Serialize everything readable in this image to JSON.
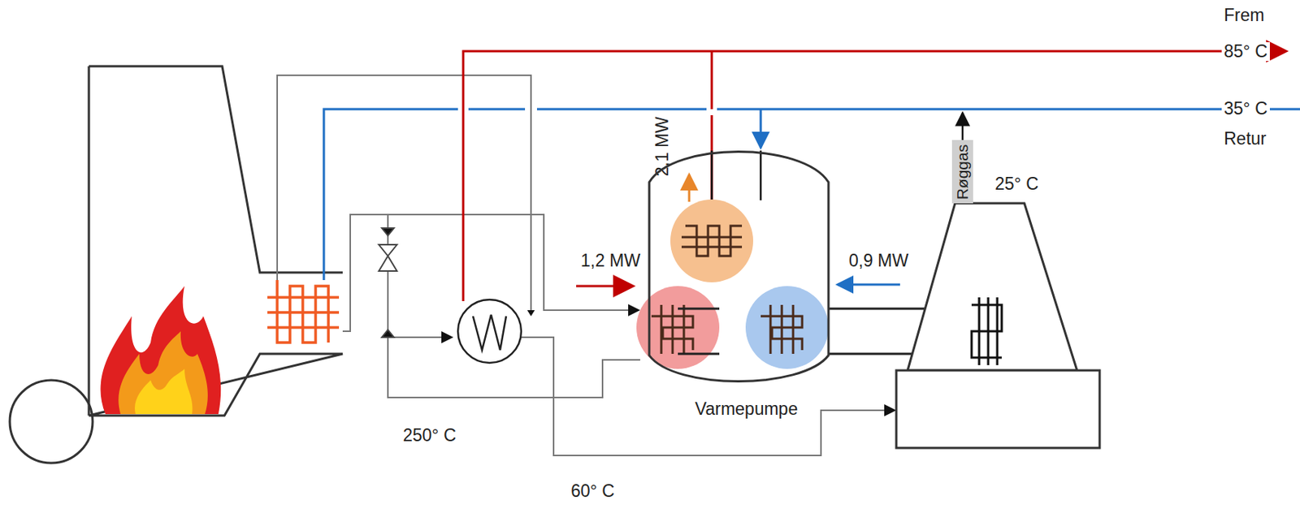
{
  "diagram": {
    "nodes": [
      {
        "text": [
          "Varmepumpe"
        ]
      },
      {
        "text": [
          "Røggas"
        ]
      }
    ],
    "labels": [
      "Frem",
      "85° C",
      "35° C",
      "Retur",
      "2,1 MW",
      "1,2 MW",
      "0,9 MW",
      "25° C",
      "250° C",
      "60° C"
    ]
  }
}
